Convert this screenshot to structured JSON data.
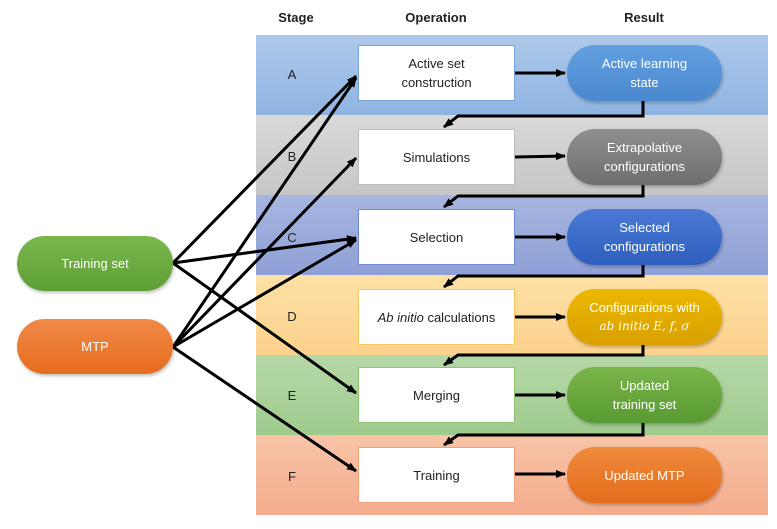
{
  "headers": {
    "stage": "Stage",
    "operation": "Operation",
    "result": "Result"
  },
  "sources": [
    {
      "label": "Training set",
      "color": "#6aaa3f"
    },
    {
      "label": "MTP",
      "color": "#ea7a30"
    }
  ],
  "stages": [
    {
      "id": "A",
      "operation": "Active set construction",
      "result": "Active learning state",
      "band_color": "#9fbfe6",
      "result_color": "#5594d8"
    },
    {
      "id": "B",
      "operation": "Simulations",
      "result": "Extrapolative configurations",
      "band_color": "#d0d0d0",
      "result_color": "#7e7e7e"
    },
    {
      "id": "C",
      "operation": "Selection",
      "result": "Selected configurations",
      "band_color": "#9aabdb",
      "result_color": "#3c6cca"
    },
    {
      "id": "D",
      "operation_italic": "Ab initio",
      "operation_rest": " calculations",
      "result_line1": "Configurations with",
      "result_line2": "ab initio E, f, σ",
      "band_color": "#fdd99a",
      "result_color": "#e2ac00"
    },
    {
      "id": "E",
      "operation": "Merging",
      "result": "Updated training set",
      "band_color": "#abd29a",
      "result_color": "#69a83e"
    },
    {
      "id": "F",
      "operation": "Training",
      "result": "Updated MTP",
      "band_color": "#f6b89a",
      "result_color": "#ea7a2c"
    }
  ],
  "connections": [
    {
      "from": "Training set",
      "to": "A"
    },
    {
      "from": "Training set",
      "to": "C"
    },
    {
      "from": "Training set",
      "to": "E"
    },
    {
      "from": "MTP",
      "to": "A"
    },
    {
      "from": "MTP",
      "to": "B"
    },
    {
      "from": "MTP",
      "to": "C"
    },
    {
      "from": "MTP",
      "to": "F"
    }
  ]
}
